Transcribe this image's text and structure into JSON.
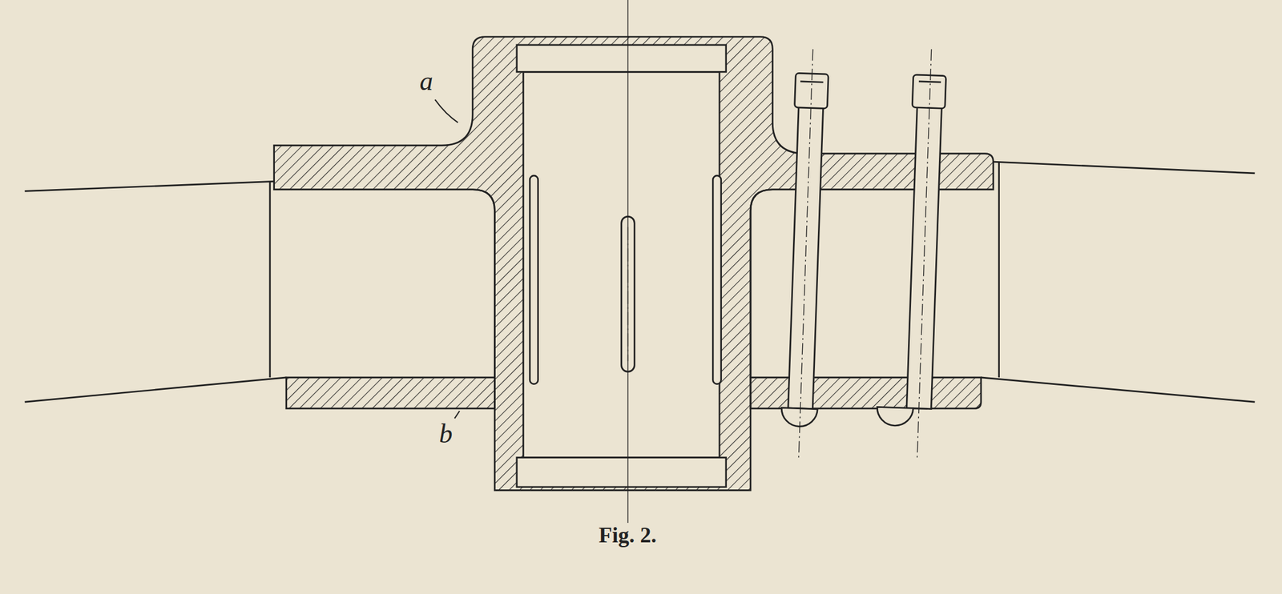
{
  "diagram": {
    "caption": "Fig. 2.",
    "labels": [
      "a",
      "b"
    ]
  }
}
